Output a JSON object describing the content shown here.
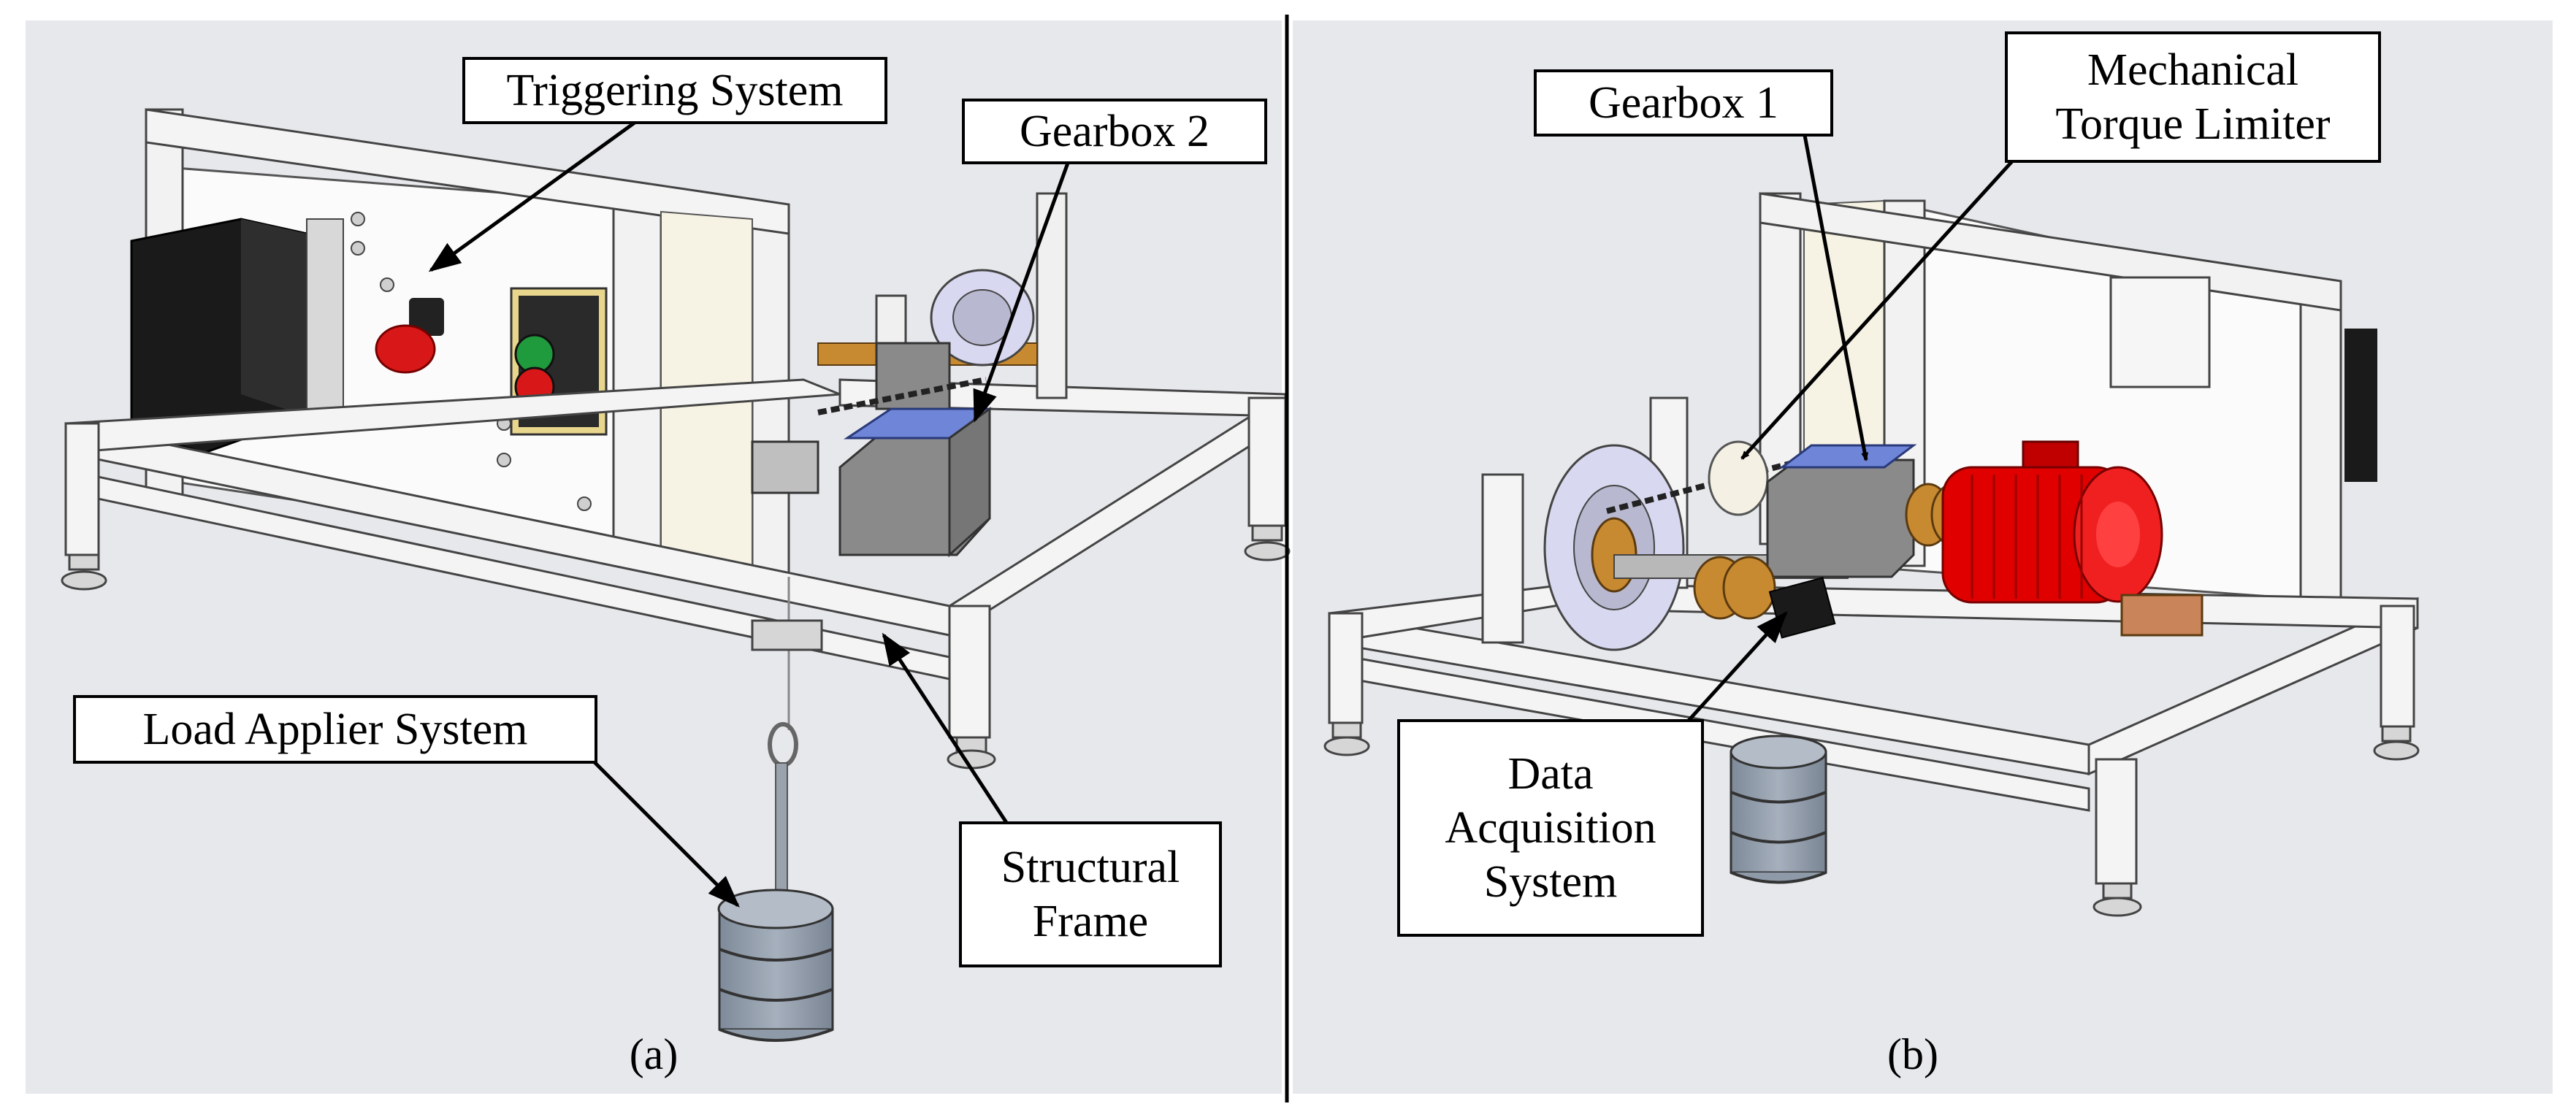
{
  "panels": [
    {
      "caption": "(a)",
      "callouts": {
        "triggering": "Triggering System",
        "gearbox2": "Gearbox 2",
        "load": "Load Applier System",
        "frame": "Structural\nFrame"
      }
    },
    {
      "caption": "(b)",
      "callouts": {
        "gearbox1": "Gearbox 1",
        "limiter": "Mechanical\nTorque Limiter",
        "daq": "Data\nAcquisition\nSystem"
      }
    }
  ],
  "colors": {
    "background": "#e6e8ec",
    "frame": "#f4f4f4",
    "frame_shade": "#c8cacc",
    "panel": "#fbfbfb",
    "motor_black": "#1a1a1a",
    "button_red": "#d81818",
    "button_green": "#1f9a3c",
    "switch_box": "#e8d68c",
    "gearbox_grey": "#8a8a8a",
    "gearbox_blue": "#6f86d8",
    "bronze": "#c88a30",
    "weight_grey": "#8e9aa8",
    "motor_red": "#e00000"
  }
}
